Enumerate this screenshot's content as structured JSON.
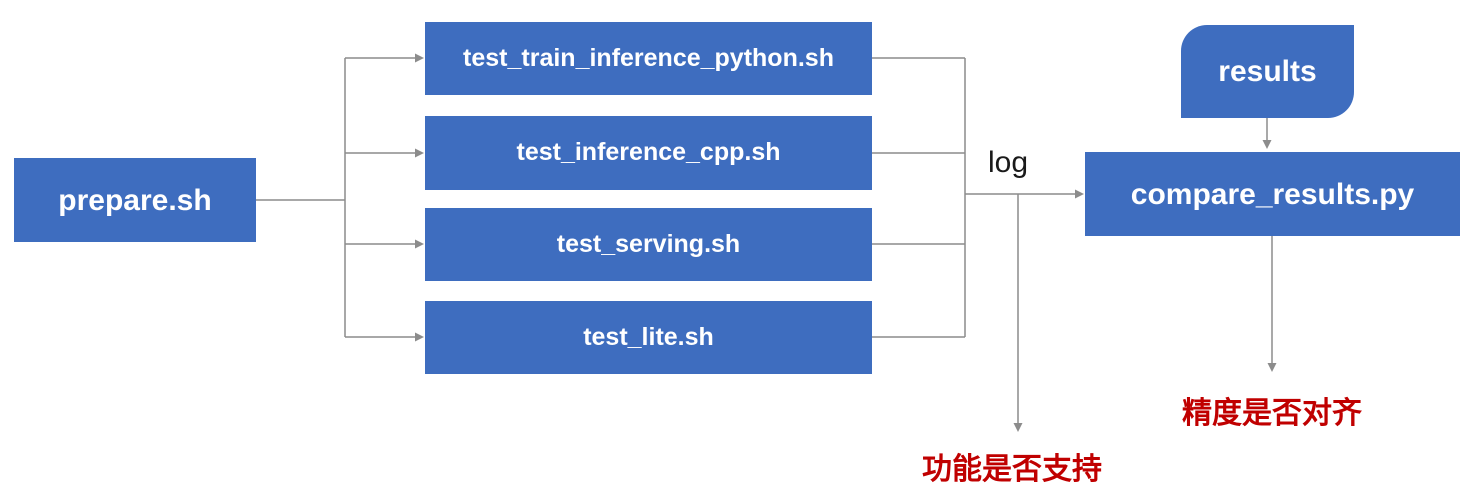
{
  "diagram": {
    "nodes": {
      "prepare": {
        "label": "prepare.sh"
      },
      "test_train_inference_python": {
        "label": "test_train_inference_python.sh"
      },
      "test_inference_cpp": {
        "label": "test_inference_cpp.sh"
      },
      "test_serving": {
        "label": "test_serving.sh"
      },
      "test_lite": {
        "label": "test_lite.sh"
      },
      "results": {
        "label": "results"
      },
      "compare_results": {
        "label": "compare_results.py"
      }
    },
    "edge_labels": {
      "log": "log"
    },
    "outcome_labels": {
      "function_supported": "功能是否支持",
      "accuracy_aligned": "精度是否对齐"
    },
    "colors": {
      "node_fill": "#3E6DBF",
      "node_text": "#FFFFFF",
      "connector": "#8C8C8C",
      "outcome_text": "#C00000",
      "edge_label_text": "#1A1A1A",
      "background": "#FFFFFF"
    }
  }
}
